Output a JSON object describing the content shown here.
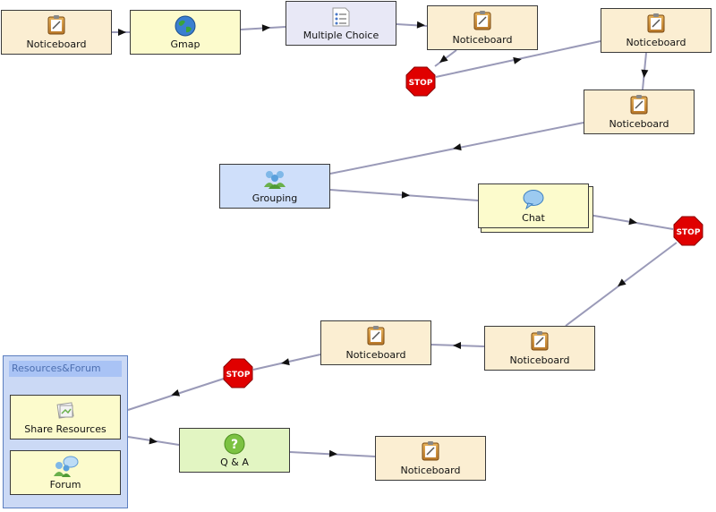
{
  "nodes": {
    "noticeboard_1": "Noticeboard",
    "gmap": "Gmap",
    "multiple_choice": "Multiple Choice",
    "noticeboard_2": "Noticeboard",
    "noticeboard_3": "Noticeboard",
    "noticeboard_4": "Noticeboard",
    "grouping": "Grouping",
    "chat": "Chat",
    "noticeboard_5": "Noticeboard",
    "noticeboard_6": "Noticeboard",
    "share_resources": "Share Resources",
    "forum": "Forum",
    "qa": "Q & A",
    "noticeboard_7": "Noticeboard"
  },
  "groups": {
    "resources_forum": "Resources&Forum"
  },
  "stop_label": "STOP",
  "colors": {
    "noticeboard": "#fbeed2",
    "tool": "#fcfbcc",
    "multiple_choice": "#e8e8f6",
    "grouping": "#cfdffa",
    "qa": "#e2f5c2",
    "stop": "#e00000",
    "connector": "#9a9ab8"
  }
}
